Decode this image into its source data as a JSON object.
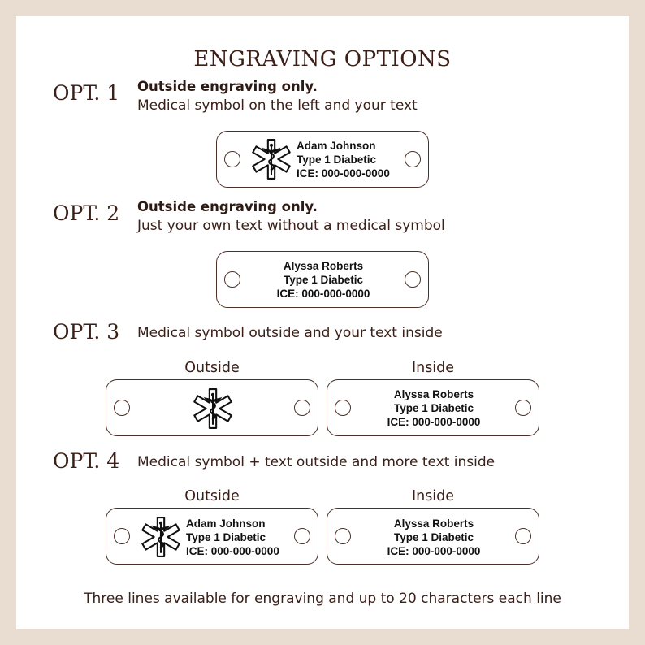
{
  "title": "ENGRAVING OPTIONS",
  "options": [
    {
      "label": "OPT. 1",
      "heading": "Outside engraving only.",
      "description": "Medical symbol on the left and your text",
      "plate": {
        "lines": [
          "Adam Johnson",
          "Type 1 Diabetic",
          "ICE: 000-000-0000"
        ]
      }
    },
    {
      "label": "OPT. 2",
      "heading": "Outside engraving only.",
      "description": "Just your own text without a medical symbol",
      "plate": {
        "lines": [
          "Alyssa Roberts",
          "Type 1 Diabetic",
          "ICE: 000-000-0000"
        ]
      }
    },
    {
      "label": "OPT. 3",
      "description": "Medical symbol outside and your text inside",
      "outside_label": "Outside",
      "inside_label": "Inside",
      "inside_plate": {
        "lines": [
          "Alyssa Roberts",
          "Type 1 Diabetic",
          "ICE: 000-000-0000"
        ]
      }
    },
    {
      "label": "OPT. 4",
      "description": "Medical symbol + text outside and more text inside",
      "outside_label": "Outside",
      "inside_label": "Inside",
      "outside_plate": {
        "lines": [
          "Adam Johnson",
          "Type 1 Diabetic",
          "ICE: 000-000-0000"
        ]
      },
      "inside_plate": {
        "lines": [
          "Alyssa Roberts",
          "Type 1 Diabetic",
          "ICE: 000-000-0000"
        ]
      }
    }
  ],
  "footer": "Three lines available for engraving and up to 20 characters each line",
  "icons": {
    "plate_symbol": "star-of-life-icon"
  },
  "colors": {
    "background": "#e9ddd2",
    "card": "#ffffff",
    "text": "#3a2018"
  }
}
